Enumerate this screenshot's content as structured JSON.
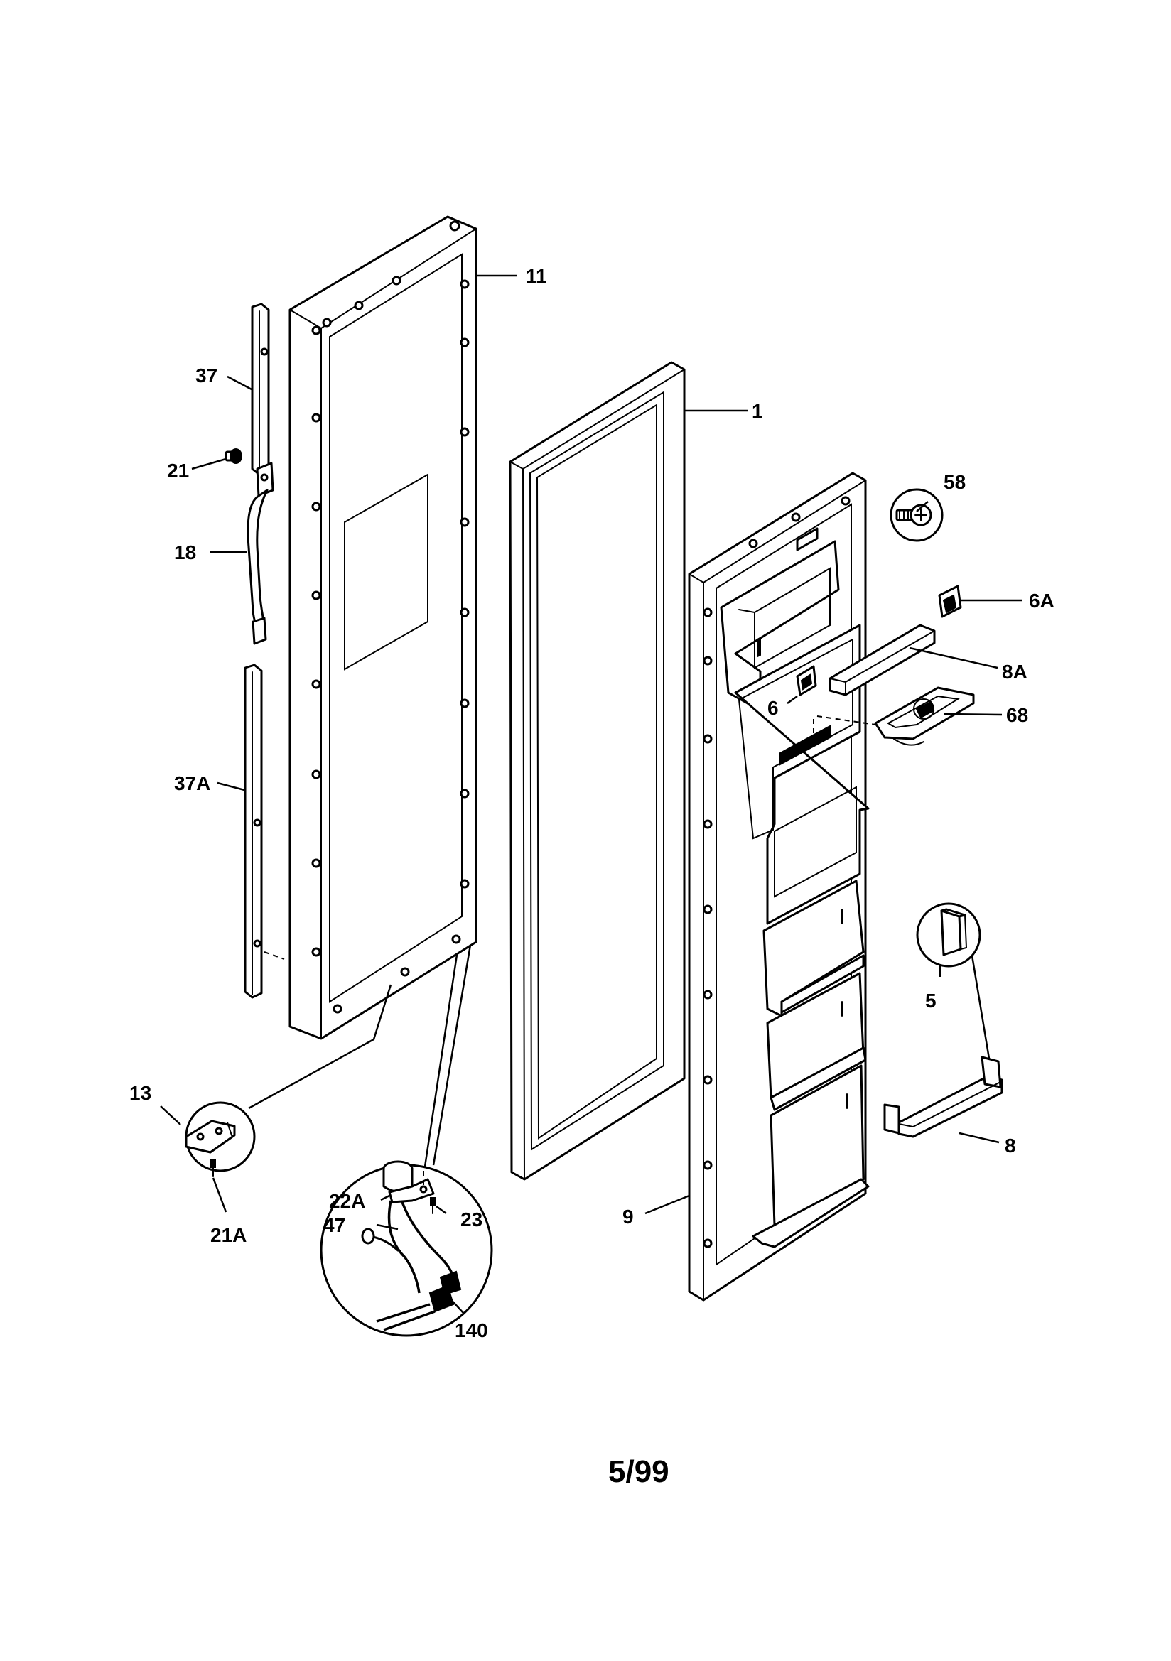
{
  "diagram": {
    "date_code": "5/99",
    "callouts": {
      "c11": "11",
      "c1": "1",
      "c37": "37",
      "c21": "21",
      "c18": "18",
      "c37A": "37A",
      "c58": "58",
      "c6A": "6A",
      "c8A": "8A",
      "c6": "6",
      "c68": "68",
      "c5": "5",
      "c8": "8",
      "c13": "13",
      "c21A": "21A",
      "c22A": "22A",
      "c23": "23",
      "c47": "47",
      "c140": "140",
      "c9": "9"
    }
  }
}
